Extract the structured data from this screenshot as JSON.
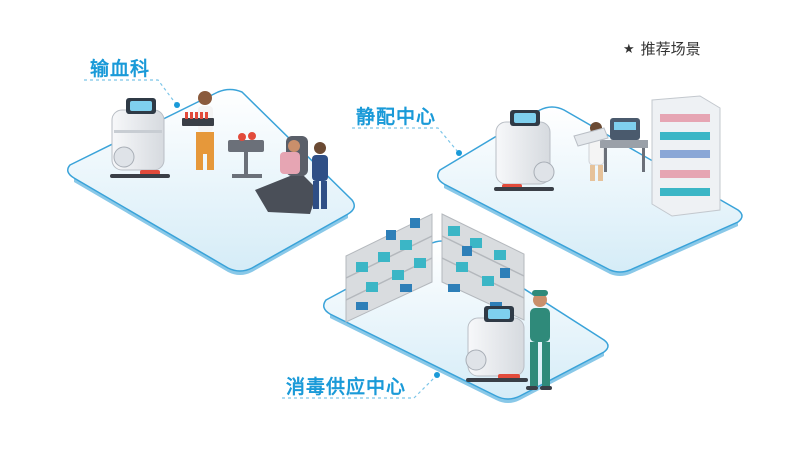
{
  "legend": {
    "star": "★",
    "text": "推荐场景"
  },
  "scenes": [
    {
      "id": "transfusion",
      "label": "输血科"
    },
    {
      "id": "pivas",
      "label": "静配中心"
    },
    {
      "id": "cssd",
      "label": "消毒供应中心"
    }
  ],
  "colors": {
    "label": "#1a9ad8",
    "platform_top": "#e1f2fa",
    "platform_edge": "#3aa3d9",
    "robot_body": "#eef0f3",
    "robot_screen": "#2f3a46",
    "robot_brake": "#e24b3b",
    "shelf": "#c9ccd0",
    "box_teal": "#3bb6c6",
    "box_blue": "#2e7fb8"
  }
}
